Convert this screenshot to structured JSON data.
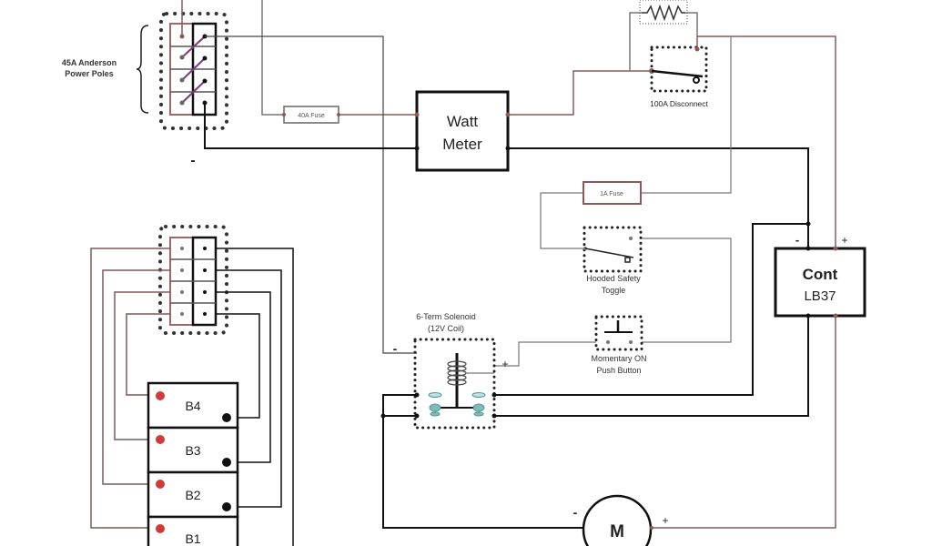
{
  "title": "Battery / motor wiring diagram",
  "colors": {
    "positive_wire": "#8a5a5a",
    "negative_wire": "#1a1a1a",
    "signal_wire": "#777777",
    "terminal_red": "#d23a3a",
    "solenoid_contact": "#4f9a94",
    "jumper": "#7a3a7a"
  },
  "labels": {
    "anderson_top": "45A Anderson\nPower Poles",
    "anderson_top_line1": "45A Anderson",
    "anderson_top_line2": "Power Poles",
    "anderson_top_minus": "-",
    "fuse_40a": "40A Fuse",
    "watt_meter_line1": "Watt",
    "watt_meter_line2": "Meter",
    "disconnect": "100A Disconnect",
    "fuse_1a": "1A Fuse",
    "toggle_line1": "Hooded Safety",
    "toggle_line2": "Toggle",
    "pushbutton_line1": "Momentary ON",
    "pushbutton_line2": "Push Button",
    "solenoid_line1": "6-Term Solenoid",
    "solenoid_line2": "(12V Coil)",
    "solenoid_minus": "-",
    "solenoid_plus": "+",
    "controller_line1": "Cont",
    "controller_line2": "LB37",
    "controller_minus": "-",
    "controller_plus": "+",
    "motor": "M",
    "motor_minus": "-",
    "motor_plus": "+"
  },
  "batteries": [
    {
      "label": "B4"
    },
    {
      "label": "B3"
    },
    {
      "label": "B2"
    },
    {
      "label": "B1"
    }
  ]
}
